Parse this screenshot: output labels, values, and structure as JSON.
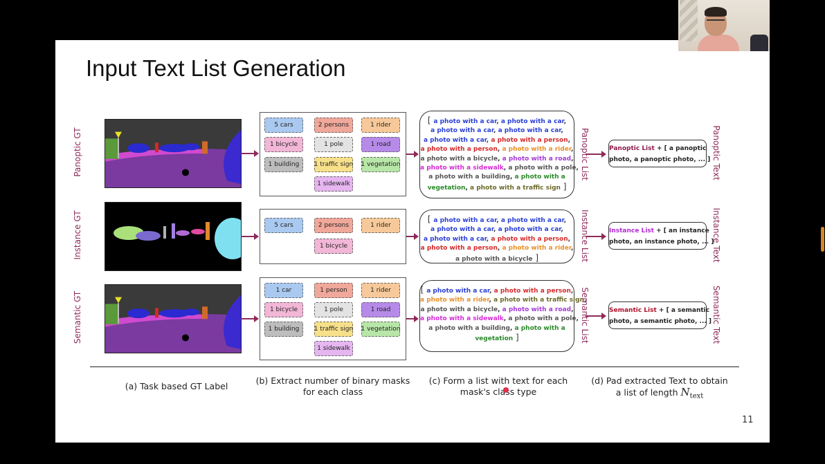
{
  "slide": {
    "title": "Input Text List Generation",
    "page_number": "11"
  },
  "rows": [
    {
      "left_label": "Panoptic GT",
      "right_list_label": "Panoptic List",
      "right_text_label": "Panoptic Text",
      "chips": [
        "5 cars",
        "2 persons",
        "1 rider",
        "1 bicycle",
        "1 pole",
        "1 road",
        "1 building",
        "1 traffic sign",
        "1 vegetation",
        "1 sidewalk"
      ],
      "list_lines": [
        [
          [
            "[ ",
            "bracket"
          ],
          [
            "a photo with a car",
            "c-blue"
          ],
          [
            ", ",
            ""
          ],
          [
            "a photo with a car",
            "c-blue"
          ],
          [
            ",",
            ""
          ]
        ],
        [
          [
            "a photo with a car",
            "c-blue"
          ],
          [
            ", ",
            ""
          ],
          [
            "a photo with a car",
            "c-blue"
          ],
          [
            ",",
            ""
          ]
        ],
        [
          [
            "a photo with a car",
            "c-blue"
          ],
          [
            ", ",
            ""
          ],
          [
            "a photo with a person",
            "c-red"
          ],
          [
            ",",
            ""
          ]
        ],
        [
          [
            "a photo with a person",
            "c-red"
          ],
          [
            ", ",
            ""
          ],
          [
            "a photo with a rider",
            "c-orange"
          ],
          [
            ",",
            ""
          ]
        ],
        [
          [
            "a photo with a bicycle",
            "c-gray"
          ],
          [
            ", ",
            ""
          ],
          [
            "a photo with a road",
            "c-purple"
          ],
          [
            ",",
            ""
          ]
        ],
        [
          [
            "a photo with a sidewalk",
            "c-magenta"
          ],
          [
            ", ",
            ""
          ],
          [
            "a photo with a pole",
            "c-gray"
          ],
          [
            ",",
            ""
          ]
        ],
        [
          [
            "a photo with a building",
            "c-gray"
          ],
          [
            ", ",
            ""
          ],
          [
            "a photo with a",
            "c-green"
          ]
        ],
        [
          [
            "vegetation",
            "c-green"
          ],
          [
            ", ",
            ""
          ],
          [
            "a photo with a traffic sign",
            "c-olive"
          ],
          [
            " ]",
            "bracket"
          ]
        ]
      ],
      "out_label": "Panoptic List",
      "out_lines": [
        "+ [ a panoptic",
        "photo, a panoptic photo, ... ]"
      ]
    },
    {
      "left_label": "Instance GT",
      "right_list_label": "Instance List",
      "right_text_label": "Instance Text",
      "chips": [
        "5 cars",
        "2 persons",
        "1 rider",
        "1 bicycle"
      ],
      "list_lines": [
        [
          [
            "[ ",
            "bracket"
          ],
          [
            "a photo with a car",
            "c-blue"
          ],
          [
            ", ",
            ""
          ],
          [
            "a photo with a car",
            "c-blue"
          ],
          [
            ",",
            ""
          ]
        ],
        [
          [
            "a photo with a car",
            "c-blue"
          ],
          [
            ", ",
            ""
          ],
          [
            "a photo with a car",
            "c-blue"
          ],
          [
            ",",
            ""
          ]
        ],
        [
          [
            "a photo with a car",
            "c-blue"
          ],
          [
            ", ",
            ""
          ],
          [
            "a photo with a person",
            "c-red"
          ],
          [
            ",",
            ""
          ]
        ],
        [
          [
            "a photo with a person",
            "c-red"
          ],
          [
            ", ",
            ""
          ],
          [
            "a photo with a rider",
            "c-orange"
          ],
          [
            ",",
            ""
          ]
        ],
        [
          [
            "a photo with a bicycle",
            "c-gray"
          ],
          [
            " ]",
            "bracket"
          ]
        ]
      ],
      "out_label": "Instance List",
      "out_lines": [
        "+ [ an instance",
        "photo, an instance photo, ... ]"
      ]
    },
    {
      "left_label": "Semantic GT",
      "right_list_label": "Semantic List",
      "right_text_label": "Semantic Text",
      "chips": [
        "1 car",
        "1 person",
        "1 rider",
        "1 bicycle",
        "1 pole",
        "1 road",
        "1 building",
        "1 traffic sign",
        "1 vegetation",
        "1 sidewalk"
      ],
      "list_lines": [
        [
          [
            "[ ",
            "bracket"
          ],
          [
            "a photo with a car",
            "c-blue"
          ],
          [
            ", ",
            ""
          ],
          [
            "a photo with a person",
            "c-red"
          ],
          [
            ",",
            ""
          ]
        ],
        [
          [
            "a photo with a rider",
            "c-orange"
          ],
          [
            ", ",
            ""
          ],
          [
            "a photo with a traffic sign",
            "c-olive"
          ],
          [
            ",",
            ""
          ]
        ],
        [
          [
            "a photo with a bicycle",
            "c-gray"
          ],
          [
            ", ",
            ""
          ],
          [
            "a photo with a road",
            "c-purple"
          ],
          [
            ",",
            ""
          ]
        ],
        [
          [
            "a photo with a sidewalk",
            "c-magenta"
          ],
          [
            ", ",
            ""
          ],
          [
            "a photo with a pole",
            "c-gray"
          ],
          [
            ",",
            ""
          ]
        ],
        [
          [
            "a photo with a building",
            "c-gray"
          ],
          [
            ", ",
            ""
          ],
          [
            "a photo with a",
            "c-green"
          ]
        ],
        [
          [
            "vegetation",
            "c-green"
          ],
          [
            " ]",
            "bracket"
          ]
        ]
      ],
      "out_label": "Semantic List",
      "out_lines": [
        "+ [ a semantic",
        "photo, a semantic photo, ... ]"
      ]
    }
  ],
  "captions": {
    "a": "(a) Task based GT Label",
    "b_line1": "(b) Extract number of binary masks",
    "b_line2": "for each class",
    "c_line1": "(c) Form a list with text for each",
    "c_line2": "mask's class type",
    "d_line1": "(d) Pad extracted Text to obtain",
    "d_line2": "a list of length",
    "d_symbol": "N",
    "d_subscript": "text"
  },
  "chip_colors": {
    "car": "#a9c9f0",
    "person": "#f0a89a",
    "rider": "#f7c99a",
    "bicycle": "#f2b6d6",
    "pole": "#e3e3e3",
    "road": "#b68ae8",
    "building": "#bdbdbd",
    "traffic sign": "#f7e08a",
    "vegetation": "#b8e6a8",
    "sidewalk": "#e6b6f0"
  },
  "out_label_colors": [
    "#8e1a4a",
    "#b22ad6",
    "#b0102a"
  ]
}
